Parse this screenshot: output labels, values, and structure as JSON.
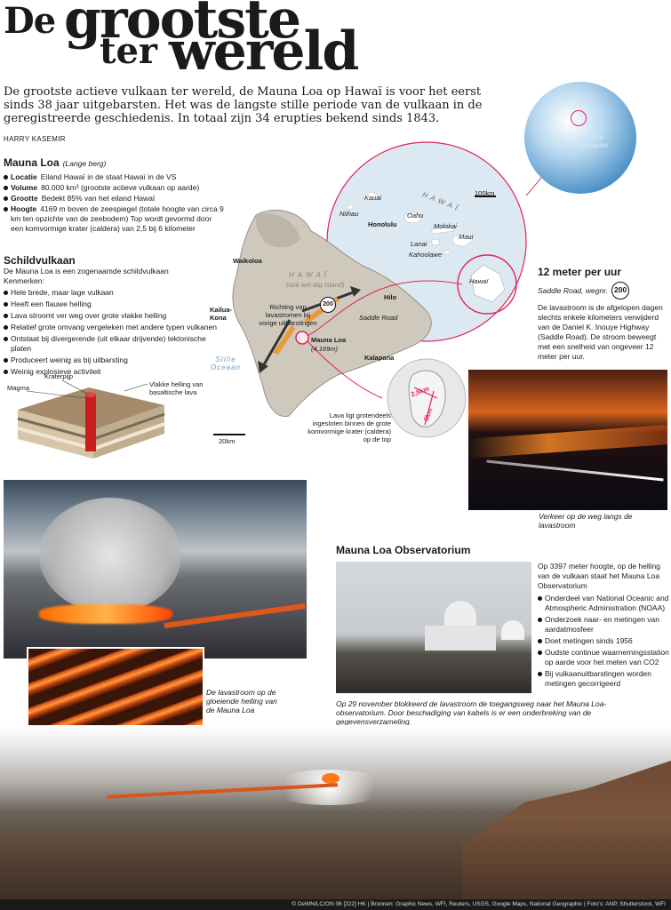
{
  "header": {
    "title_word1": "De",
    "title_word2": "grootste",
    "title_word3": "ter",
    "title_word4": "wereld",
    "intro": "De grootste actieve vulkaan ter wereld, de Mauna Loa op Hawaï is voor het eerst sinds 38 jaar uitgebarsten. Het was de langste stille periode van de vulkaan in de geregistreerde geschiedenis. In totaal zijn 34 erupties bekend sinds 1843.",
    "byline": "HARRY KASEMIR"
  },
  "mauna_loa": {
    "title": "Mauna Loa",
    "subtitle": "(Lange berg)",
    "facts": [
      {
        "key": "Locatie",
        "value": "Eiland Hawaï in de staat Hawaï in de VS"
      },
      {
        "key": "Volume",
        "value": "80.000 km³ (grootste actieve vulkaan op aarde)"
      },
      {
        "key": "Grootte",
        "value": "Bedekt 85% van het eiland Hawaï"
      },
      {
        "key": "Hoogte",
        "value": "4169 m boven de zeespiegel (totale hoogte van circa 9 km ten opzichte van de zeebodem) Top wordt gevormd door een komvormige krater (caldera) van 2,5 bij 6 kilometer"
      }
    ]
  },
  "schildvulkaan": {
    "title": "Schildvulkaan",
    "intro": "De Mauna Loa is een zogenaamde schildvulkaan",
    "kenmerken_label": "Kenmerken:",
    "items": [
      "Hele brede, maar lage vulkaan",
      "Heeft een flauwe helling",
      "Lava stroomt ver weg over grote vlakke helling",
      "Relatief grote omvang vergeleken met andere typen vulkanen",
      "Ontstaat bij divergerende (uit elkaar drijvende) tektonische platen",
      "Produceert weinig as bij uitbarsting",
      "Weinig explosieve activiteit"
    ],
    "diagram_labels": {
      "kraterpijp": "Kraterpijp",
      "magma": "Magma",
      "helling": "Vlakke helling van basaltische lava"
    }
  },
  "map": {
    "towns": [
      "Waikoloa",
      "Kailua-Kona",
      "Hilo",
      "Kalapana"
    ],
    "island_label": "H A W A Ï",
    "island_sub": "(ook wel Big Island)",
    "road": "Saddle Road",
    "road_no": "200",
    "flow_note": "Richting van lavastromen bij vorige uitbarstingen",
    "summit_name": "Mauna Loa",
    "summit_height": "(4.169m)",
    "ocean": "Stille Oceaan",
    "scale": "20km",
    "caldera_note": "Lava ligt grotendeels ingesloten binnen de grote komvormige krater (caldera) op de top",
    "caldera_w": "2,5km",
    "caldera_l": "6km"
  },
  "inset": {
    "islands": [
      "Kauai",
      "Niihau",
      "Oahu",
      "Honolulu",
      "Molokai",
      "Lanai",
      "Maui",
      "Kahoolawe",
      "Hawaï"
    ],
    "label": "H A W A Ï",
    "scale": "100km",
    "globe_ocean": "Stille Oceaan"
  },
  "speed": {
    "title": "12 meter per uur",
    "road": "Saddle Road, wegnr.",
    "road_no": "200",
    "text": "De lavastroom is de afgelopen dagen slechts enkele kilometers verwijderd van de Daniel K. Inouye Highway (Saddle Road). De stroom beweegt met een snelheid van ongeveer 12 meter per uur.",
    "photo_caption": "Verkeer op de weg langs de lavastroom"
  },
  "photos": {
    "lava_caption": "De lavastroom op de gloeiende helling van de Mauna Loa"
  },
  "observatory": {
    "title": "Mauna Loa Observatorium",
    "intro": "Op 3397 meter hoogte, op de helling van de vulkaan staat het Mauna Loa Observatorium",
    "items": [
      "Onderdeel van National Oceanic and Atmospheric Administration (NOAA)",
      "Onderzoek naar- en metingen van aardatmosfeer",
      "Doet metingen sinds 1956",
      "Oudste continue waarnemingsstation op aarde voor het meten van CO2",
      "Bij vulkaanuitbarstingen worden metingen gecorrigeerd"
    ],
    "caption": "Op 29 november blokkeerd de lavastroom de toegangsweg naar het Mauna Loa-observatorium. Door beschadiging van kabels is er een onderbreking van de gegevensverzameling."
  },
  "footer": {
    "credits": "© DeWN/LC/ON 06 [222] HK | Bronnen: Graphic News, WFI, Reuters, USGS, Google Maps, National Geographic | Foto's: ANP, Shutterstock, WFI"
  },
  "colors": {
    "accent": "#e0245e",
    "land": "#cfc8bc",
    "sea_text": "#6aa0c8",
    "lava": "#d2551a"
  }
}
